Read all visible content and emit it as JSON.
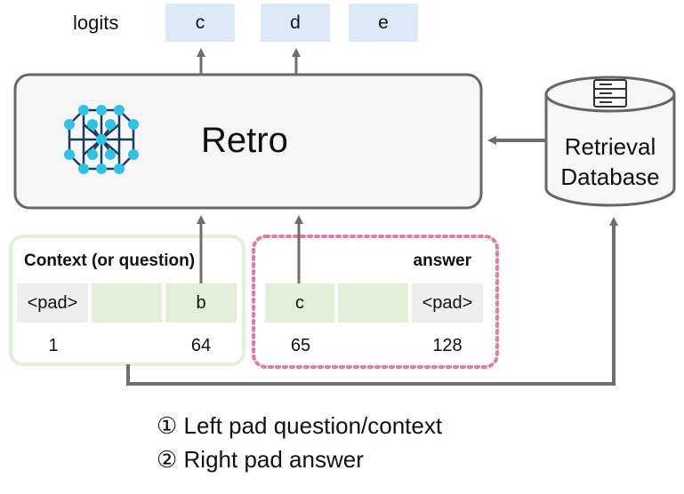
{
  "logits": {
    "label": "logits",
    "tokens": [
      "c",
      "d",
      "e"
    ]
  },
  "model": {
    "label": "Retro",
    "icon": "molecule-network-icon"
  },
  "database": {
    "line1": "Retrieval",
    "line2": "Database",
    "icon": "server-rack-icon"
  },
  "context": {
    "label": "Context (or question)",
    "cells": [
      "<pad>",
      "",
      "b"
    ],
    "positions": [
      "1",
      "64"
    ]
  },
  "answer": {
    "label": "answer",
    "cells": [
      "c",
      "",
      "<pad>"
    ],
    "positions": [
      "65",
      "128"
    ]
  },
  "legend": [
    "① Left pad question/context",
    "② Right pad answer"
  ],
  "colors": {
    "logit_fill": "#dde9f8",
    "green_fill": "#e2efd6",
    "grey_fill": "#eeeeee",
    "context_border": "#e4efd9",
    "answer_border": "#e87a9f",
    "arrow": "#6e6e6e",
    "node": "#2ec3e6"
  }
}
